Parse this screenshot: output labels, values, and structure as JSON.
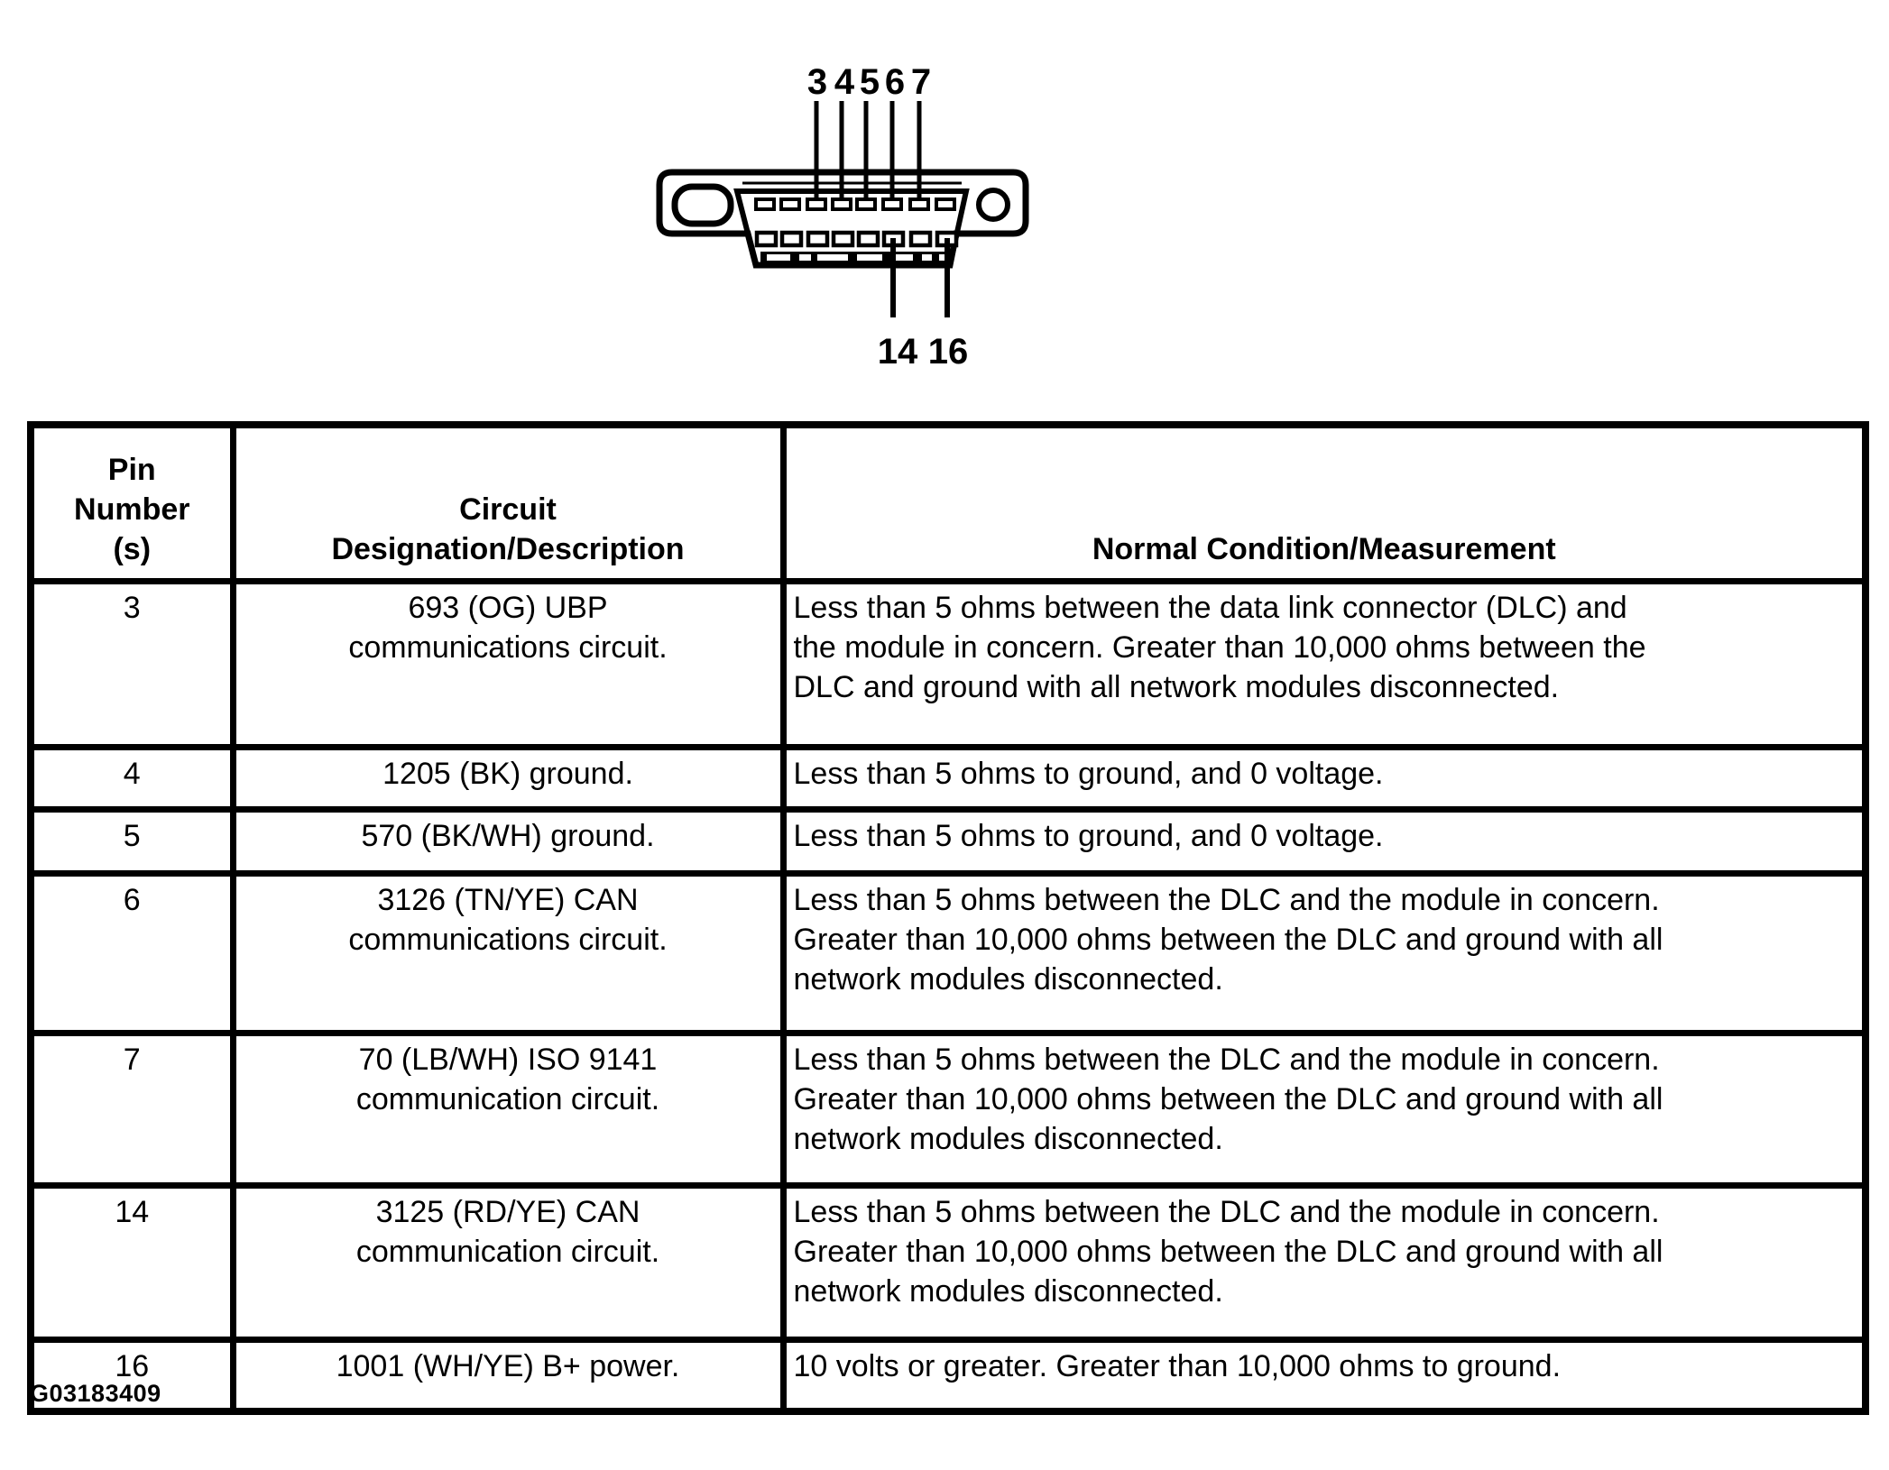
{
  "diagram": {
    "top_pin_labels": [
      "3",
      "4",
      "5",
      "6",
      "7"
    ],
    "bottom_pin_labels": [
      "14",
      "16"
    ],
    "line_color": "#000000"
  },
  "table": {
    "headers": {
      "pin": "Pin\nNumber\n(s)",
      "circuit": "Circuit\nDesignation/Description",
      "condition": "Normal Condition/Measurement"
    },
    "rows": [
      {
        "pin": "3",
        "circuit": "693 (OG) UBP\ncommunications circuit.",
        "condition": "Less than 5 ohms between the data link connector (DLC) and\nthe module in concern. Greater than 10,000 ohms between the\nDLC and ground with all network modules disconnected."
      },
      {
        "pin": "4",
        "circuit": "1205 (BK) ground.",
        "condition": "Less than 5 ohms to ground, and 0 voltage."
      },
      {
        "pin": "5",
        "circuit": "570 (BK/WH) ground.",
        "condition": "Less than 5 ohms to ground, and 0 voltage."
      },
      {
        "pin": "6",
        "circuit": "3126 (TN/YE) CAN\ncommunications circuit.",
        "condition": "Less than 5 ohms between the DLC and the module in concern.\nGreater than 10,000 ohms between the DLC and ground with all\nnetwork modules disconnected."
      },
      {
        "pin": "7",
        "circuit": "70 (LB/WH) ISO 9141\ncommunication circuit.",
        "condition": "Less than 5 ohms between the DLC and the module in concern.\nGreater than 10,000 ohms between the DLC and ground with all\nnetwork modules disconnected."
      },
      {
        "pin": "14",
        "circuit": "3125 (RD/YE) CAN\ncommunication circuit.",
        "condition": "Less than 5 ohms between the DLC and the module in concern.\nGreater than 10,000 ohms between the DLC and ground with all\nnetwork modules disconnected."
      },
      {
        "pin": "16",
        "circuit": "1001 (WH/YE) B+ power.",
        "condition": "10 volts or greater. Greater than 10,000 ohms to ground."
      }
    ]
  },
  "footer": {
    "figure_id": "G03183409"
  }
}
